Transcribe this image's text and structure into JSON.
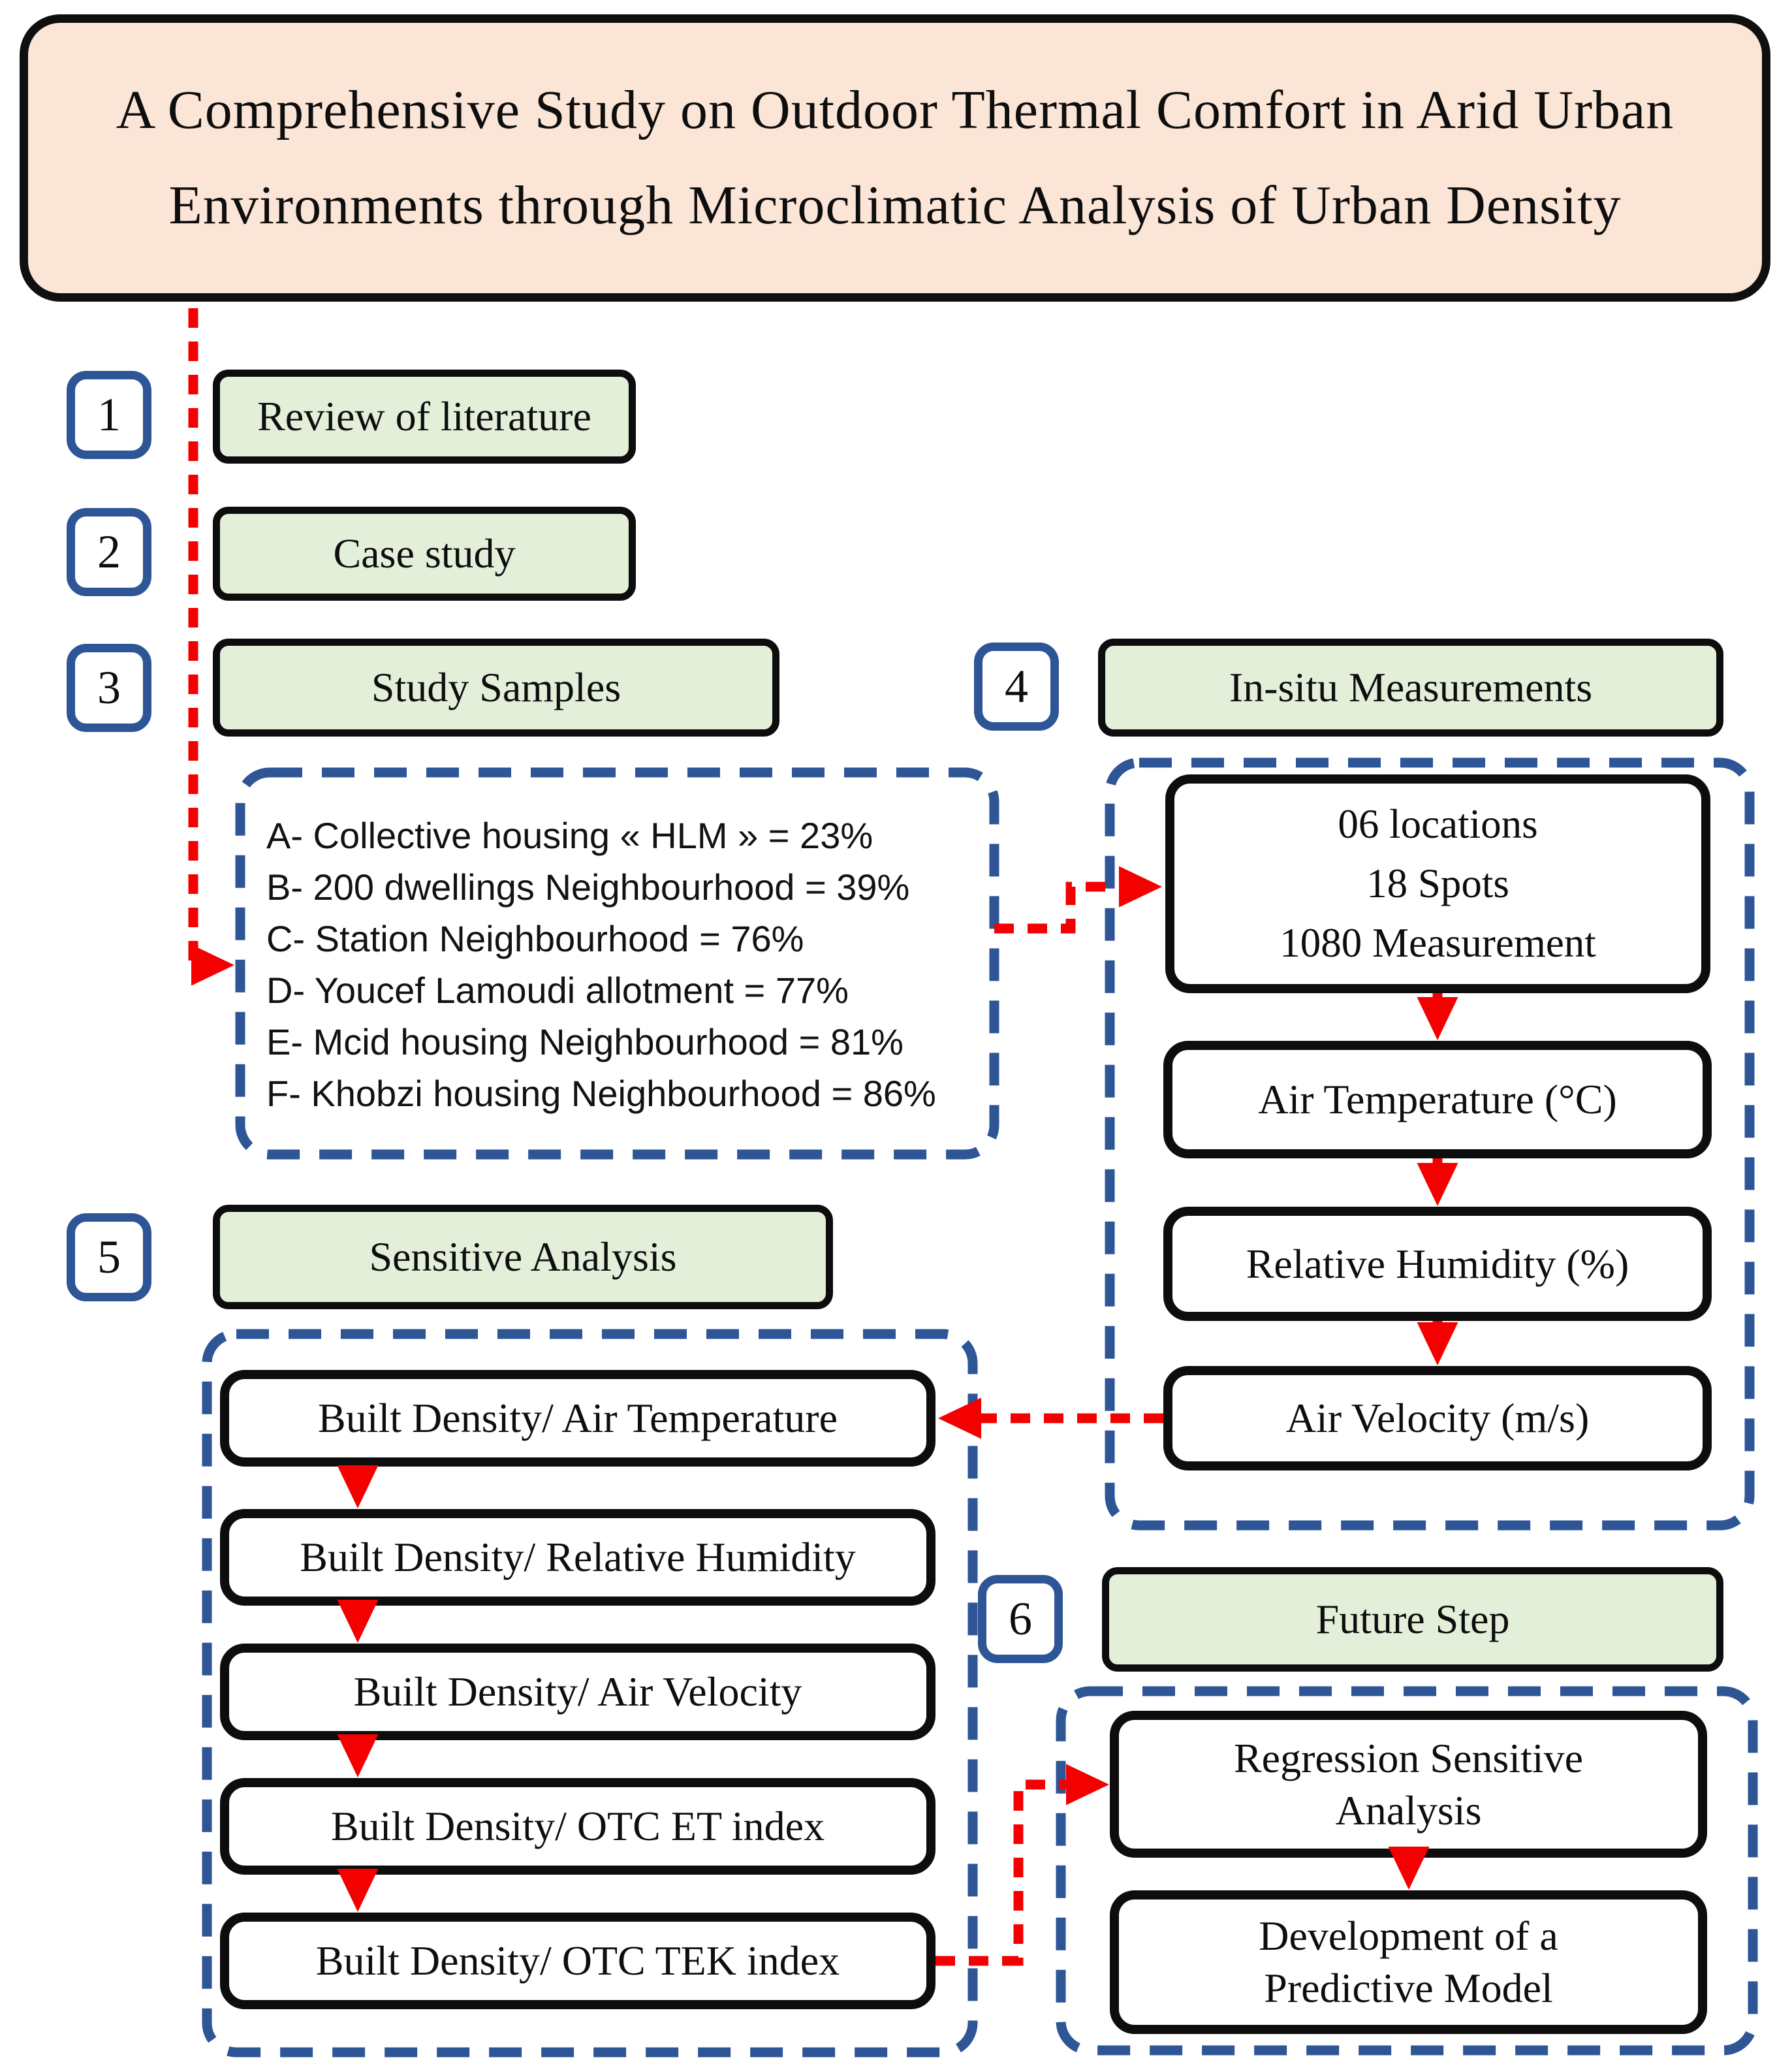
{
  "colors": {
    "title_bg": "#fbe5d6",
    "green_bg": "#e3efd9",
    "blue": "#2e5596",
    "red": "#f40000",
    "black": "#0d0d0d"
  },
  "title": {
    "line1": "A Comprehensive Study on Outdoor Thermal Comfort in Arid Urban",
    "line2": "Environments through Microclimatic Analysis of Urban Density"
  },
  "steps": [
    {
      "num": "1",
      "label": "Review of literature"
    },
    {
      "num": "2",
      "label": "Case study"
    },
    {
      "num": "3",
      "label": "Study Samples"
    },
    {
      "num": "4",
      "label": "In-situ Measurements"
    },
    {
      "num": "5",
      "label": "Sensitive Analysis"
    },
    {
      "num": "6",
      "label": "Future Step"
    }
  ],
  "study_samples": {
    "items": [
      "A- Collective housing « HLM » = 23%",
      "B- 200 dwellings Neighbourhood = 39%",
      "C- Station Neighbourhood = 76%",
      "D- Youcef Lamoudi allotment = 77%",
      "E- Mcid housing Neighbourhood = 81%",
      "F- Khobzi housing Neighbourhood = 86%"
    ]
  },
  "in_situ": {
    "summary": {
      "line1": "06 locations",
      "line2": "18 Spots",
      "line3": "1080 Measurement"
    },
    "measurements": [
      "Air Temperature (°C)",
      "Relative Humidity (%)",
      "Air Velocity (m/s)"
    ]
  },
  "sensitive_analysis": {
    "items": [
      "Built Density/ Air Temperature",
      "Built Density/ Relative Humidity",
      "Built Density/ Air Velocity",
      "Built Density/ OTC ET index",
      "Built Density/ OTC TEK index"
    ]
  },
  "future_step": {
    "boxes": [
      {
        "line1": "Regression Sensitive",
        "line2": "Analysis"
      },
      {
        "line1": "Development of a",
        "line2": "Predictive Model"
      }
    ]
  }
}
